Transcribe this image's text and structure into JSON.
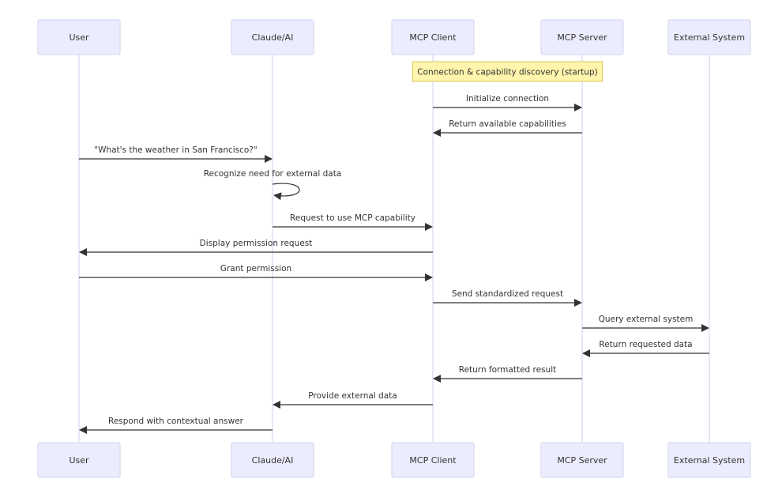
{
  "participants": [
    {
      "id": "user",
      "label": "User"
    },
    {
      "id": "claude",
      "label": "Claude/AI"
    },
    {
      "id": "mcp-client",
      "label": "MCP Client"
    },
    {
      "id": "mcp-server",
      "label": "MCP Server"
    },
    {
      "id": "external",
      "label": "External System"
    }
  ],
  "note": {
    "text": "Connection & capability discovery (startup)",
    "over": [
      "mcp-client",
      "mcp-server"
    ]
  },
  "messages": [
    {
      "from": "mcp-client",
      "to": "mcp-server",
      "text": "Initialize connection"
    },
    {
      "from": "mcp-server",
      "to": "mcp-client",
      "text": "Return available capabilities"
    },
    {
      "from": "user",
      "to": "claude",
      "text": "\"What's the weather in San Francisco?\""
    },
    {
      "from": "claude",
      "to": "claude",
      "text": "Recognize need for external data"
    },
    {
      "from": "claude",
      "to": "mcp-client",
      "text": "Request to use MCP capability"
    },
    {
      "from": "mcp-client",
      "to": "user",
      "text": "Display permission request"
    },
    {
      "from": "user",
      "to": "mcp-client",
      "text": "Grant permission"
    },
    {
      "from": "mcp-client",
      "to": "mcp-server",
      "text": "Send standardized request"
    },
    {
      "from": "mcp-server",
      "to": "external",
      "text": "Query external system"
    },
    {
      "from": "external",
      "to": "mcp-server",
      "text": "Return requested data"
    },
    {
      "from": "mcp-server",
      "to": "mcp-client",
      "text": "Return formatted result"
    },
    {
      "from": "mcp-client",
      "to": "claude",
      "text": "Provide external data"
    },
    {
      "from": "claude",
      "to": "user",
      "text": "Respond with contextual answer"
    }
  ]
}
